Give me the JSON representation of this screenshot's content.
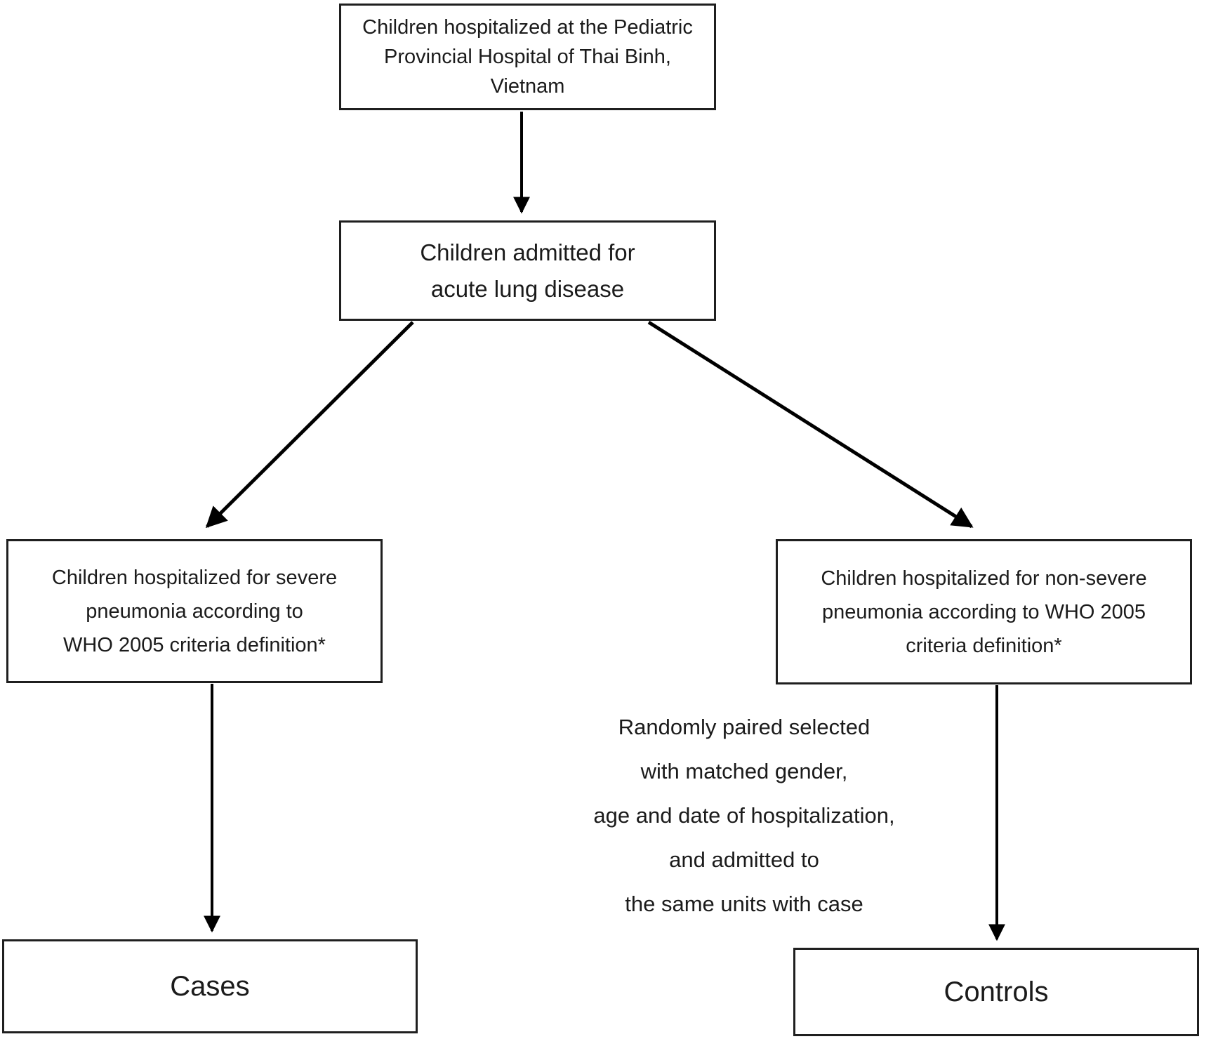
{
  "diagram": {
    "title": "Case-control selection flowchart",
    "colors": {
      "background": "#ffffff",
      "box_border": "#1f1f1f",
      "text": "#1b1b1b",
      "arrow": "#000000"
    },
    "nodes": {
      "hospital": {
        "lines": [
          "Children hospitalized at the Pediatric",
          "Provincial Hospital of Thai Binh,",
          "Vietnam"
        ]
      },
      "admitted": {
        "lines": [
          "Children admitted for",
          "acute lung disease"
        ]
      },
      "severe": {
        "lines": [
          "Children hospitalized for severe",
          "pneumonia according to",
          "WHO 2005 criteria definition*"
        ]
      },
      "nonsevere": {
        "lines": [
          "Children hospitalized for non-severe",
          "pneumonia according to WHO 2005",
          "criteria definition*"
        ]
      },
      "cases": {
        "label": "Cases"
      },
      "controls": {
        "label": "Controls"
      }
    },
    "annotations": {
      "matching": {
        "lines": [
          "Randomly paired selected",
          "with matched gender,",
          "age and date of hospitalization,",
          "and admitted to",
          "the same units with case"
        ]
      }
    },
    "edges": [
      {
        "from": "hospital",
        "to": "admitted"
      },
      {
        "from": "admitted",
        "to": "severe"
      },
      {
        "from": "admitted",
        "to": "nonsevere"
      },
      {
        "from": "severe",
        "to": "cases"
      },
      {
        "from": "nonsevere",
        "to": "controls"
      }
    ]
  }
}
